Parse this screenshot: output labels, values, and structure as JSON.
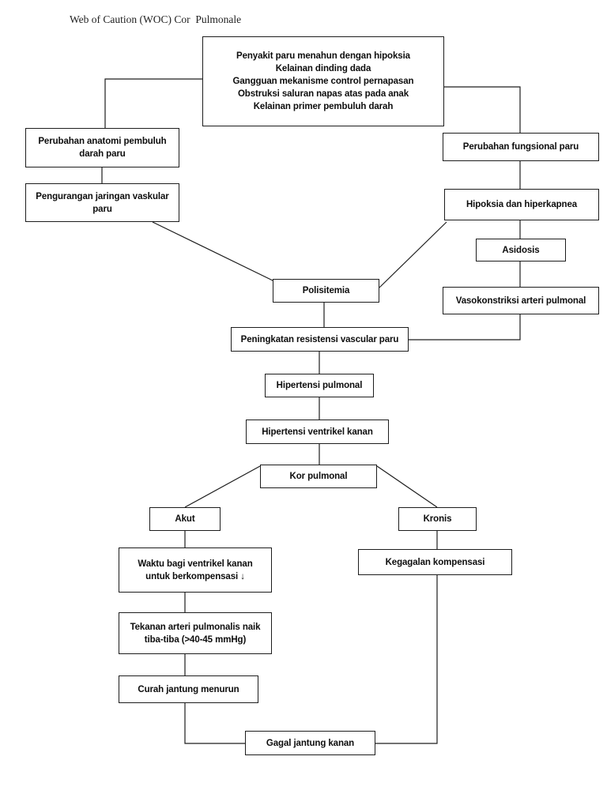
{
  "document": {
    "title": "Web of Caution (WOC) Cor  Pulmonale"
  },
  "nodes": {
    "etiologi": "Penyakit paru menahun dengan hipoksia\nKelainan dinding dada\nGangguan mekanisme control pernapasan\nObstruksi saluran napas atas pada anak\nKelainan primer pembuluh darah",
    "perubahan_anatomi": "Perubahan anatomi pembuluh\ndarah paru",
    "pengurangan_vaskular": "Pengurangan jaringan vaskular\nparu",
    "perubahan_fungsional": "Perubahan fungsional paru",
    "hipoksia": "Hipoksia dan hiperkapnea",
    "asidosis": "Asidosis",
    "vasokonstriksi": "Vasokonstriksi arteri pulmonal",
    "polisitemia": "Polisitemia",
    "peningkatan_resistensi": "Peningkatan resistensi vascular paru",
    "hipertensi_pulmonal": "Hipertensi pulmonal",
    "hipertensi_ventrikel": "Hipertensi ventrikel kanan",
    "kor_pulmonal": "Kor pulmonal",
    "akut": "Akut",
    "kronis": "Kronis",
    "waktu_ventrikel": "Waktu bagi ventrikel kanan\nuntuk berkompensasi ↓",
    "tekanan_arteri": "Tekanan arteri pulmonalis naik\ntiba-tiba (>40-45 mmHg)",
    "curah_jantung": "Curah jantung menurun",
    "kegagalan_kompensasi": "Kegagalan kompensasi",
    "gagal_jantung": "Gagal jantung kanan"
  },
  "style": {
    "line_color": "#1d1d1d",
    "box_fill": "#ffffff",
    "text_color": "#0d0d0d"
  }
}
